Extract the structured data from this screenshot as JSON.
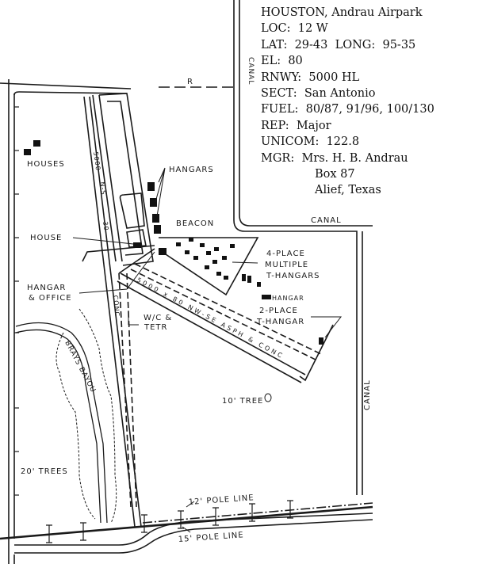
{
  "info": {
    "title": "HOUSTON, Andrau Airpark",
    "loc": "LOC:  12 W",
    "latlong": "LAT:  29-43  LONG:  95-35",
    "el": "EL:  80",
    "rnwy": "RNWY:  5000 HL",
    "sect": "SECT:  San Antonio",
    "fuel": "FUEL:  80/87, 91/96, 100/130",
    "rep": "REP:  Major",
    "unicom": "UNICOM:  122.8",
    "mgr": "MGR:  Mrs. H. B. Andrau",
    "addr1": "Box 87",
    "addr2": "Alief, Texas"
  },
  "labels": {
    "houses": "HOUSES",
    "hangars": "HANGARS",
    "beacon": "BEACON",
    "house": "HOUSE",
    "hangar_office_1": "HANGAR",
    "hangar_office_2": "& OFFICE",
    "multi_1": "4-PLACE",
    "multi_2": "MULTIPLE",
    "multi_3": "T-HANGARS",
    "hangar": "HANGAR",
    "two_place_1": "2-PLACE",
    "two_place_2": "T-HANGAR",
    "wc_1": "W/C &",
    "wc_2": "TETR",
    "canal_top": "CANAL",
    "canal_mid": "CANAL",
    "canal_right": "CANAL",
    "tree10": "10' TREE",
    "trees20": "20' TREES",
    "pole12": "12' POLE LINE",
    "pole15": "15' POLE LINE",
    "brays": "BRAYS BAYOU",
    "conc": "CONC",
    "r": "R",
    "rwy_ns_len": "5000",
    "rwy_ns_dir": "N-S",
    "rwy_ns_w": "30",
    "rwy_nwse": "5000 x 80 NW-SE ASPH & CONC"
  }
}
